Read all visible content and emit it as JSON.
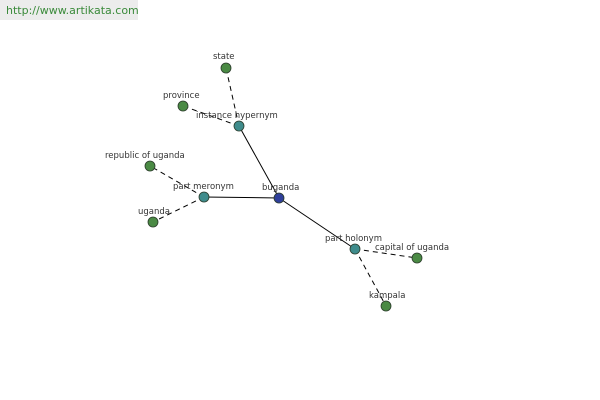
{
  "header": {
    "url": "http://www.artikata.com"
  },
  "graph": {
    "colors": {
      "center": "#2f3f9a",
      "relation": "#3f8c8c",
      "term": "#4a8a44",
      "node_stroke": "#2b3b2b",
      "edge": "#000000"
    },
    "nodes": [
      {
        "id": "buganda",
        "label": "buganda",
        "kind": "center"
      },
      {
        "id": "instance-hypernym",
        "label": "instance hypernym",
        "kind": "relation"
      },
      {
        "id": "part-meronym",
        "label": "part meronym",
        "kind": "relation"
      },
      {
        "id": "part-holonym",
        "label": "part holonym",
        "kind": "relation"
      },
      {
        "id": "state",
        "label": "state",
        "kind": "term"
      },
      {
        "id": "province",
        "label": "province",
        "kind": "term"
      },
      {
        "id": "republic-of-uganda",
        "label": "republic of uganda",
        "kind": "term"
      },
      {
        "id": "uganda",
        "label": "uganda",
        "kind": "term"
      },
      {
        "id": "capital-of-uganda",
        "label": "capital of uganda",
        "kind": "term"
      },
      {
        "id": "kampala",
        "label": "kampala",
        "kind": "term"
      }
    ],
    "edges": [
      {
        "from": "buganda",
        "to": "instance-hypernym",
        "style": "solid"
      },
      {
        "from": "buganda",
        "to": "part-meronym",
        "style": "solid"
      },
      {
        "from": "buganda",
        "to": "part-holonym",
        "style": "solid"
      },
      {
        "from": "instance-hypernym",
        "to": "state",
        "style": "dashed"
      },
      {
        "from": "instance-hypernym",
        "to": "province",
        "style": "dashed"
      },
      {
        "from": "part-meronym",
        "to": "republic-of-uganda",
        "style": "dashed"
      },
      {
        "from": "part-meronym",
        "to": "uganda",
        "style": "dashed"
      },
      {
        "from": "part-holonym",
        "to": "capital-of-uganda",
        "style": "dashed"
      },
      {
        "from": "part-holonym",
        "to": "kampala",
        "style": "dashed"
      }
    ]
  }
}
